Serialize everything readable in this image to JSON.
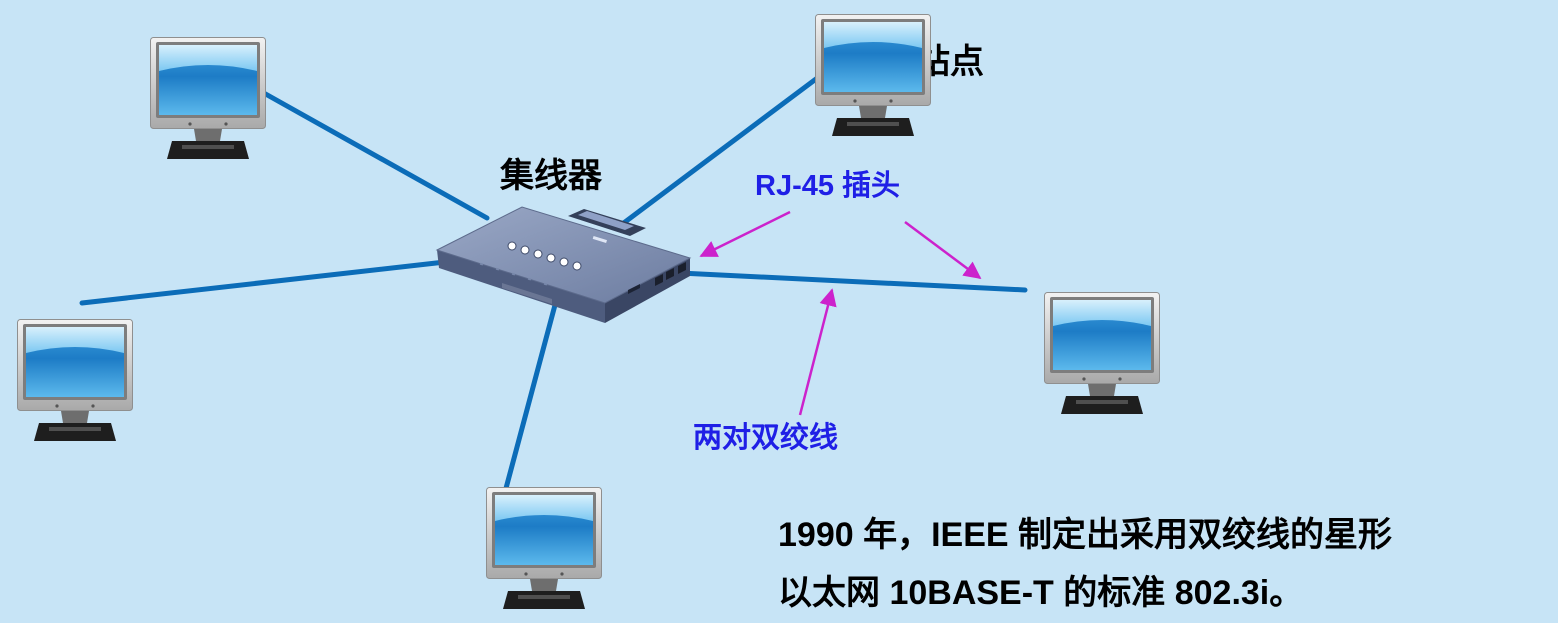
{
  "diagram": {
    "hub_label": "集线器",
    "station_label": "站点",
    "rj45_label": "RJ-45 插头",
    "cable_label": "两对双绞线",
    "caption_lines": [
      "1990 年，IEEE 制定出采用双绞线的星形",
      "以太网 10BASE-T 的标准 802.3i。"
    ]
  },
  "icons": {
    "hub": "hub-icon",
    "station": "monitor-icon",
    "pointer": "arrow-icon"
  },
  "colors": {
    "background": "#c7e4f6",
    "cable": "#0b6cb8",
    "arrow": "#cc22cc",
    "label_blue": "#1f1fe6",
    "text": "#000000"
  }
}
